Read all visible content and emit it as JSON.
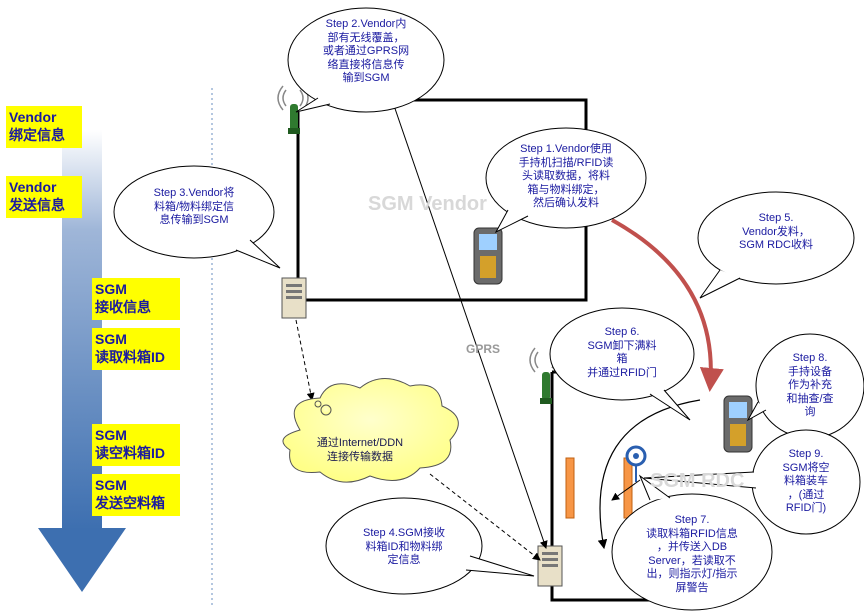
{
  "left_labels": [
    {
      "line1": "Vendor",
      "line2": "绑定信息"
    },
    {
      "line1": "Vendor",
      "line2": "发送信息"
    },
    {
      "line1": "SGM",
      "line2": "接收信息"
    },
    {
      "line1": "SGM",
      "line2": "读取料箱ID"
    },
    {
      "line1": "SGM",
      "line2": "读空料箱ID"
    },
    {
      "line1": "SGM",
      "line2": "发送空料箱"
    }
  ],
  "zones": {
    "vendor": "SGM Vendor",
    "rdc": "SGM RDC"
  },
  "gprs_label": "GPRS",
  "cloud_text": [
    "通过Internet/DDN",
    "连接传输数据"
  ],
  "bubbles": {
    "step2": [
      "Step 2.Vendor内",
      "部有无线覆盖，",
      "或者通过GPRS网",
      "络直接将信息传",
      "输到SGM"
    ],
    "step1": [
      "Step 1.Vendor使用",
      "手持机扫描/RFID读",
      "头读取数据，将料",
      "箱与物料绑定，",
      "然后确认发料"
    ],
    "step3": [
      "Step 3.Vendor将",
      "料箱/物料绑定信",
      "息传输到SGM"
    ],
    "step5": [
      "Step 5.",
      "Vendor发料，",
      "SGM RDC收料"
    ],
    "step6": [
      "Step 6.",
      "SGM卸下满料",
      "箱",
      "并通过RFID门"
    ],
    "step8": [
      "Step 8.",
      "手持设备",
      "作为补充",
      "和抽查/查",
      "询"
    ],
    "step9": [
      "Step 9.",
      "SGM将空",
      "料箱装车",
      "，(通过",
      "RFID门)"
    ],
    "step4": [
      "Step 4.SGM接收",
      "料箱ID和物料绑",
      "定信息"
    ],
    "step7": [
      "Step 7.",
      "读取料箱RFID信息",
      "，并传送入DB",
      "Server，若读取不",
      "出，则指示灯/指示",
      "屏警告"
    ]
  },
  "colors": {
    "label_bg": "#ffff00",
    "label_text": "#1a1aa0",
    "arrow_blue": "#4f81bd",
    "red_arrow": "#c0504d",
    "cloud": "#ffff99",
    "bar_orange": "#f79646"
  }
}
